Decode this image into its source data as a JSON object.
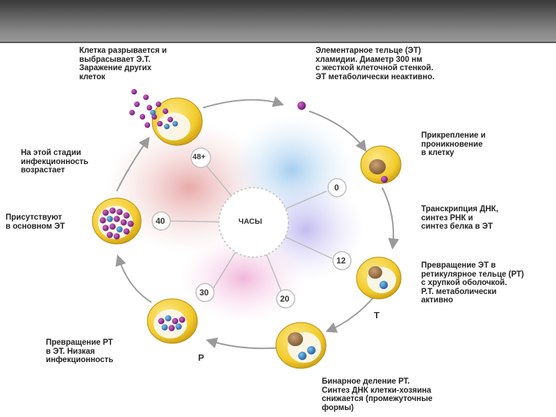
{
  "labels": {
    "cell_bursts": "Клетка разрывается и\nвыбрасывает Э.Т.\nЗаражение других\nклеток",
    "et_description": "Элементарное тельце (ЭТ)\nхламидии. Диаметр 300 нм\nс жесткой клеточной стенкой.\nЭТ метаболически неактивно.",
    "attachment": "Прикрепление и\nпроникновение\nв клетку",
    "transcription": "Транскрипция ДНК,\nсинтез РНК и\nсинтез белка в ЭТ",
    "et_to_rt": "Превращение ЭТ в\nретикулярное тельце (РТ)\nс хрупкой оболочкой.\nР.Т. метаболически\nактивно",
    "binary_fission": "Бинарное деление РТ.\nСинтез ДНК клетки-хозяина\nснижается (промежуточные\nформы)",
    "rt_to_et": "Превращение РТ\nв ЭТ. Низкая\nинфекционность",
    "present_in_et": "Присутствуют\nв основном ЭТ",
    "infectivity_rises": "На этой стадии\nинфекционность\nвозрастает"
  },
  "clock": {
    "center_label": "ЧАСЫ",
    "ticks": [
      "0",
      "12",
      "20",
      "30",
      "40",
      "48+"
    ]
  },
  "stage_markers": {
    "t": "Т",
    "p": "Р"
  },
  "colors": {
    "cell_yellow": "#f2cc2c",
    "cell_cream": "#fbf6e4",
    "et_purple": "#8e2a8e",
    "rt_blue": "#2e7bbf",
    "arrow_gray": "#9a9a9a"
  }
}
